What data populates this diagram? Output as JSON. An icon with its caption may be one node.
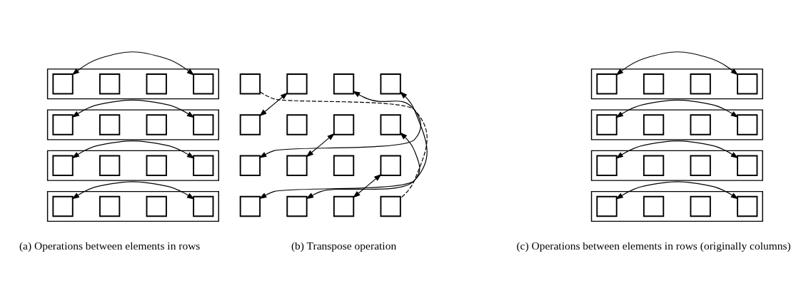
{
  "diagram": {
    "nodes": [
      {
        "text": [],
        "shape": "box"
      },
      {
        "text": [],
        "shape": "box",
        "in": 0
      },
      {
        "text": [],
        "shape": "box",
        "in": 0
      },
      {
        "text": [],
        "shape": "box",
        "in": 0
      },
      {
        "text": [],
        "shape": "box",
        "in": 0
      },
      {
        "text": [],
        "shape": "box"
      },
      {
        "text": [],
        "shape": "box",
        "in": 5
      },
      {
        "text": [],
        "shape": "box",
        "in": 5
      },
      {
        "text": [],
        "shape": "box",
        "in": 5
      },
      {
        "text": [],
        "shape": "box",
        "in": 5
      },
      {
        "text": [],
        "shape": "box"
      },
      {
        "text": [],
        "shape": "box",
        "in": 10
      },
      {
        "text": [],
        "shape": "box",
        "in": 10
      },
      {
        "text": [],
        "shape": "box",
        "in": 10
      },
      {
        "text": [],
        "shape": "box",
        "in": 10
      },
      {
        "text": [],
        "shape": "box"
      },
      {
        "text": [],
        "shape": "box",
        "in": 15
      },
      {
        "text": [],
        "shape": "box",
        "in": 15
      },
      {
        "text": [],
        "shape": "box",
        "in": 15
      },
      {
        "text": [],
        "shape": "box",
        "in": 15
      },
      {
        "text": [],
        "shape": "box"
      },
      {
        "text": [],
        "shape": "box"
      },
      {
        "text": [],
        "shape": "box"
      },
      {
        "text": [],
        "shape": "box"
      },
      {
        "text": [],
        "shape": "box"
      },
      {
        "text": [],
        "shape": "box"
      },
      {
        "text": [],
        "shape": "box"
      },
      {
        "text": [],
        "shape": "box"
      },
      {
        "text": [],
        "shape": "box"
      },
      {
        "text": [],
        "shape": "box"
      },
      {
        "text": [],
        "shape": "box"
      },
      {
        "text": [],
        "shape": "box"
      },
      {
        "text": [],
        "shape": "box"
      },
      {
        "text": [],
        "shape": "box"
      },
      {
        "text": [],
        "shape": "box"
      },
      {
        "text": [],
        "shape": "box"
      },
      {
        "text": [],
        "shape": "box"
      },
      {
        "text": [],
        "shape": "box",
        "in": 36
      },
      {
        "text": [],
        "shape": "box",
        "in": 36
      },
      {
        "text": [],
        "shape": "box",
        "in": 36
      },
      {
        "text": [],
        "shape": "box",
        "in": 36
      },
      {
        "text": [],
        "shape": "box"
      },
      {
        "text": [],
        "shape": "box",
        "in": 41
      },
      {
        "text": [],
        "shape": "box",
        "in": 41
      },
      {
        "text": [],
        "shape": "box",
        "in": 41
      },
      {
        "text": [],
        "shape": "box",
        "in": 41
      },
      {
        "text": [],
        "shape": "box"
      },
      {
        "text": [],
        "shape": "box",
        "in": 46
      },
      {
        "text": [],
        "shape": "box",
        "in": 46
      },
      {
        "text": [],
        "shape": "box",
        "in": 46
      },
      {
        "text": [],
        "shape": "box",
        "in": 46
      },
      {
        "text": [],
        "shape": "box"
      },
      {
        "text": [],
        "shape": "box",
        "in": 51
      },
      {
        "text": [],
        "shape": "box",
        "in": 51
      },
      {
        "text": [],
        "shape": "box",
        "in": 51
      },
      {
        "text": [],
        "shape": "box",
        "in": 51
      }
    ],
    "edges": [
      {
        "from": 1,
        "to": 4,
        "arrow": "both"
      },
      {
        "from": 6,
        "to": 9,
        "arrow": "both"
      },
      {
        "from": 11,
        "to": 14,
        "arrow": "both"
      },
      {
        "from": 16,
        "to": 19,
        "arrow": "both"
      },
      {
        "from": 20,
        "to": 35,
        "arrow": "none",
        "style": "dashed"
      },
      {
        "from": 24,
        "to": 21,
        "arrow": "both"
      },
      {
        "from": 28,
        "to": 22,
        "arrow": "both"
      },
      {
        "from": 32,
        "to": 23,
        "arrow": "both"
      },
      {
        "from": 29,
        "to": 26,
        "arrow": "both"
      },
      {
        "from": 33,
        "to": 27,
        "arrow": "both"
      },
      {
        "from": 34,
        "to": 31,
        "arrow": "both"
      },
      {
        "from": 37,
        "to": 40,
        "arrow": "both"
      },
      {
        "from": 42,
        "to": 45,
        "arrow": "both"
      },
      {
        "from": 47,
        "to": 50,
        "arrow": "both"
      },
      {
        "from": 52,
        "to": 55,
        "arrow": "both"
      }
    ],
    "labels": [
      "(a) Operations between elements in rows",
      "(b) Transpose operation",
      "(c) Operations between elements in rows (originally columns)"
    ]
  }
}
